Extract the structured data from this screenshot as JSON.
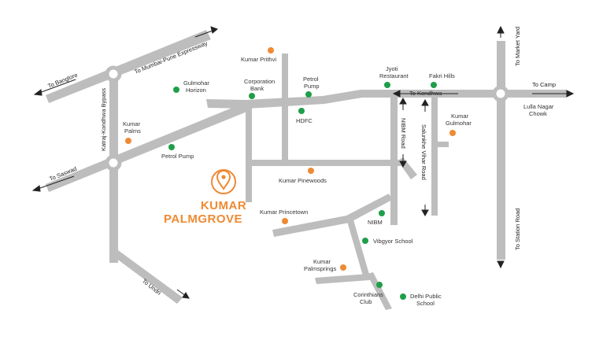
{
  "colors": {
    "road": "#bdbdbd",
    "landmark": "#1f9e4a",
    "project": "#ef8a34",
    "text": "#333333",
    "brand": "#ef8a34"
  },
  "brand": {
    "line1": "KUMAR",
    "line2": "PALMGROVE",
    "icon": "map-pin-icon"
  },
  "directions": {
    "bangalore": "To Banglore",
    "mumbai_pune": "To Mumbai-Pune Expressway",
    "saswad": "To Saswad",
    "undri": "To Undri",
    "market_yard": "To Market Yard",
    "camp": "To Camp",
    "kondhwa": "To Kondhwa",
    "station_road": "To Station Road"
  },
  "roads": {
    "katraj": "Katraj-Kondhwa Bypass",
    "nibm_road": "NIBM Road",
    "salunkhe": "Salunkhe Vihar Road"
  },
  "landmarks": {
    "gulmohar_horizon": [
      "Gulmohar",
      "Horizon"
    ],
    "corporation_bank": [
      "Corporation",
      "Bank"
    ],
    "petrol_pump_top": [
      "Petrol",
      "Pump"
    ],
    "hdfc": [
      "HDFC"
    ],
    "jyoti_restaurant": [
      "Jyoti",
      "Restaurant"
    ],
    "fakri_hills": [
      "Fakri Hills"
    ],
    "petrol_pump_left": [
      "Petrol Pump"
    ],
    "nibm": [
      "NIBM"
    ],
    "vibgyor_school": [
      "Vibgyor School"
    ],
    "corinthians_club": [
      "Corinthians",
      "Club"
    ],
    "delhi_public_school": [
      "Delhi Public",
      "School"
    ],
    "lulla_nagar": [
      "Lulla Nagar",
      "Chowk"
    ]
  },
  "projects": {
    "kumar_prithvi": [
      "Kumar Prithvi"
    ],
    "kumar_palms": [
      "Kumar",
      "Palms"
    ],
    "kumar_gulmohar": [
      "Kumar",
      "Gulmohar"
    ],
    "kumar_pinewoods": [
      "Kumar Pinewoods"
    ],
    "kumar_princetown": [
      "Kumar Princetown"
    ],
    "kumar_palmsprings": [
      "Kumar",
      "Palmsprings"
    ]
  }
}
